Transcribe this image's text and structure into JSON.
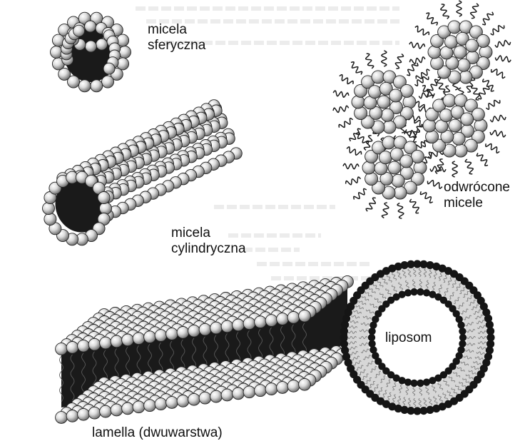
{
  "labels": {
    "spherical_micelle": [
      "micela",
      "sferyczna"
    ],
    "cylindrical_micelle": [
      "micela",
      "cylindryczna"
    ],
    "reverse_micelles": [
      "odwrócone",
      "micele"
    ],
    "lamella": "lamella (dwuwarstwa)",
    "liposome": "liposom"
  },
  "colors": {
    "background": "#ffffff",
    "head_light": "#e4e4e4",
    "head_shadow": "#7a7a7a",
    "tail_dark": "#1a1a1a",
    "liposome_head": "#151515",
    "liposome_tail": "#b5b5b5"
  }
}
